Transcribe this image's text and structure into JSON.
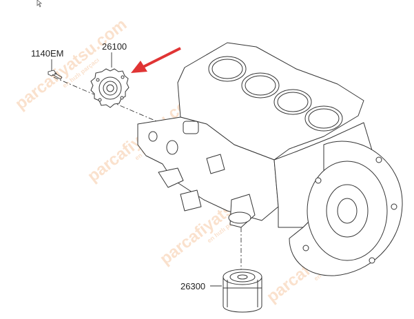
{
  "parts": [
    {
      "id": "bolt",
      "number": "1140EM"
    },
    {
      "id": "oil-pump",
      "number": "26100"
    },
    {
      "id": "oil-filter",
      "number": "26300"
    }
  ],
  "watermark": {
    "brand": "parcafiyatsu.com",
    "tagline": "en hızlı parçacı",
    "color": "#f6c9a4"
  },
  "colors": {
    "line": "#333333",
    "arrow": "#e03434"
  }
}
